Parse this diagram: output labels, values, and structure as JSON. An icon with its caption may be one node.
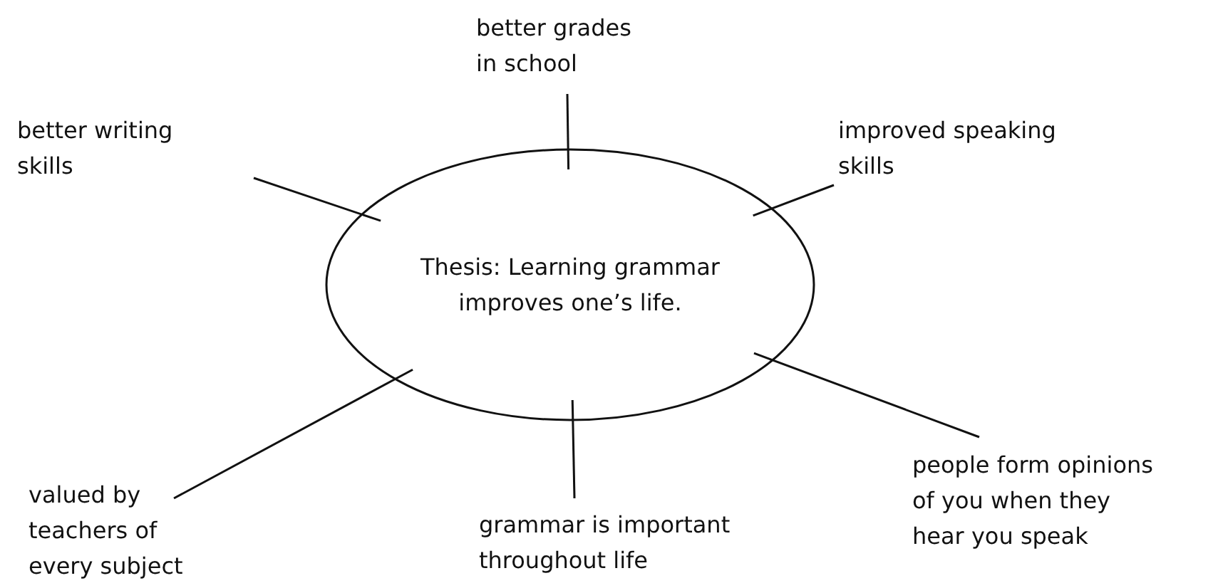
{
  "diagram": {
    "nodes": [
      {
        "text": [
          "Thesis: Learning grammar improves one’s life."
        ]
      },
      {
        "text": [
          "better grades in school"
        ]
      },
      {
        "text": [
          "improved speaking skills"
        ]
      },
      {
        "text": [
          "better writing skills"
        ]
      },
      {
        "text": [
          "valued by teachers of every subject"
        ]
      },
      {
        "text": [
          "grammar is important throughout life"
        ]
      },
      {
        "text": [
          "people form opinions of you when they hear you speak"
        ]
      }
    ],
    "edges": [
      {
        "from": 1,
        "to": 0,
        "arrow": "none"
      },
      {
        "from": 2,
        "to": 0,
        "arrow": "none"
      },
      {
        "from": 3,
        "to": 0,
        "arrow": "none"
      },
      {
        "from": 4,
        "to": 0,
        "arrow": "none"
      },
      {
        "from": 5,
        "to": 0,
        "arrow": "none"
      },
      {
        "from": 6,
        "to": 0,
        "arrow": "none"
      }
    ]
  }
}
